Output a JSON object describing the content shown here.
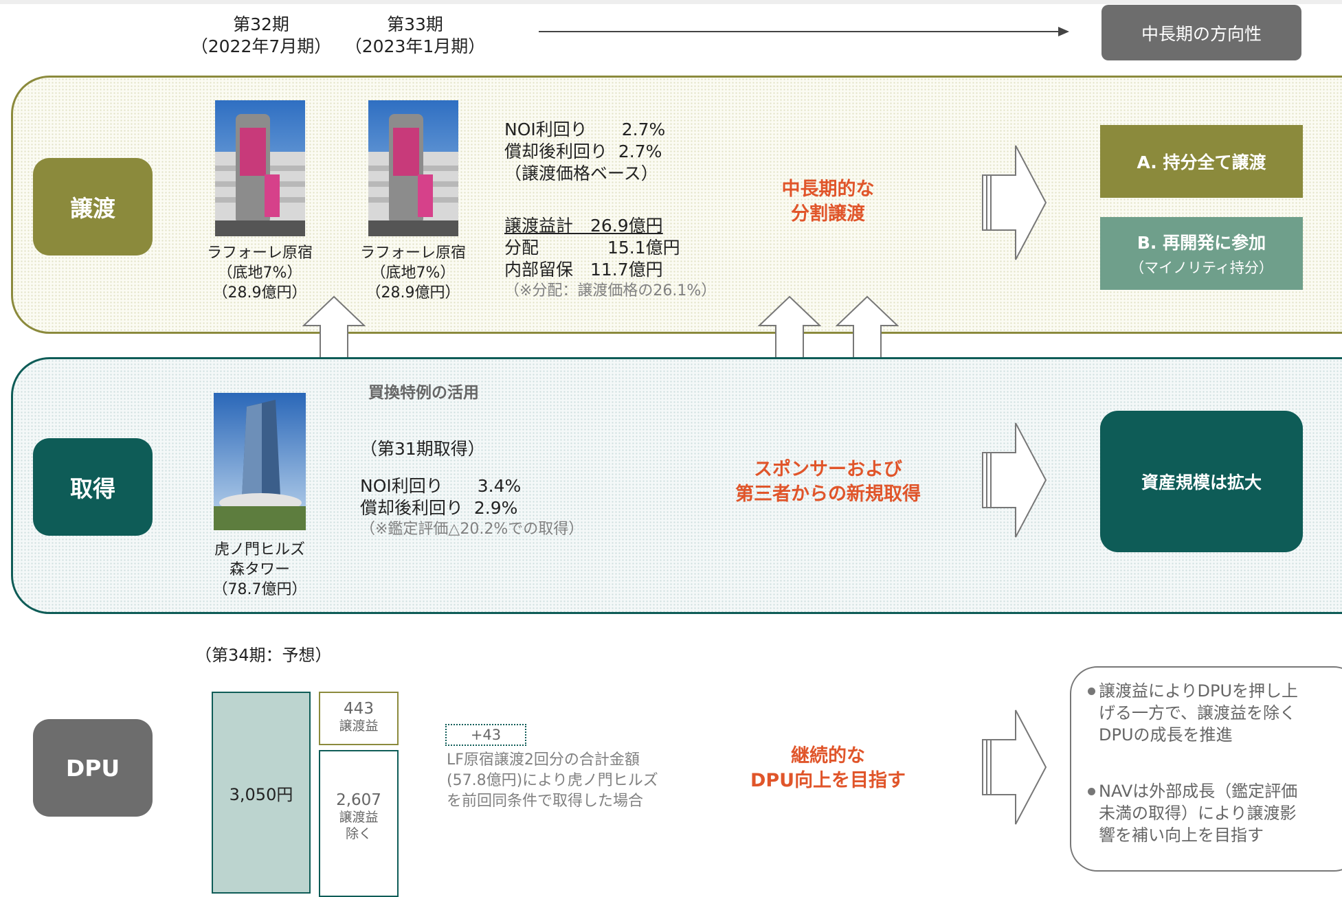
{
  "header": {
    "period32_line1": "第32期",
    "period32_line2": "（2022年7月期）",
    "period33_line1": "第33期",
    "period33_line2": "（2023年1月期）",
    "direction_label": "中長期の方向性"
  },
  "transfer": {
    "category": "譲渡",
    "property1": {
      "name": "ラフォーレ原宿",
      "share": "（底地7%）",
      "price": "（28.9億円）"
    },
    "property2": {
      "name": "ラフォーレ原宿",
      "share": "（底地7%）",
      "price": "（28.9億円）"
    },
    "noi_line": "NOI利回り　　2.7%",
    "depr_line": "償却後利回り  2.7%",
    "basis": "（譲渡価格ベース）",
    "gain_total": "譲渡益計　26.9億円",
    "distribution": "分配　　　　15.1億円",
    "retained": "内部留保　11.7億円",
    "note": "（※分配：譲渡価格の26.1%）",
    "strategy_line1": "中長期的な",
    "strategy_line2": "分割譲渡",
    "option_a": "A. 持分全て譲渡",
    "option_b_title": "B. 再開発に参加",
    "option_b_sub": "（マイノリティ持分）"
  },
  "exchange_label": "買換特例の活用",
  "acquisition": {
    "category": "取得",
    "property": {
      "name_line1": "虎ノ門ヒルズ",
      "name_line2": "森タワー",
      "price": "（78.7億円）"
    },
    "period": "（第31期取得）",
    "noi_line": "NOI利回り　　3.4%",
    "depr_line": "償却後利回り  2.9%",
    "note": "（※鑑定評価△20.2%での取得）",
    "strategy_line1": "スポンサーおよび",
    "strategy_line2": "第三者からの新規取得",
    "outcome": "資産規模は拡大"
  },
  "dpu": {
    "category": "DPU",
    "forecast_label": "（第34期：予想）",
    "total": "3,050円",
    "gain_value": "443",
    "gain_label": "譲渡益",
    "excl_value": "2,607",
    "excl_label_line1": "譲渡益",
    "excl_label_line2": "除く",
    "plus": "+43",
    "scenario_line1": "LF原宿譲渡2回分の合計金額",
    "scenario_line2": "(57.8億円)により虎ノ門ヒルズ",
    "scenario_line3": "を前回同条件で取得した場合",
    "strategy_line1": "継続的な",
    "strategy_line2": "DPU向上を目指す",
    "bullet1_line1": "譲渡益によりDPUを押し上",
    "bullet1_line2": "げる一方で、譲渡益を除く",
    "bullet1_line3": "DPUの成長を推進",
    "bullet2_line1": "NAVは外部成長（鑑定評価",
    "bullet2_line2": "未満の取得）により譲渡影",
    "bullet2_line3": "響を補い向上を目指す"
  },
  "colors": {
    "olive": "#8b8a3c",
    "teal": "#0e5c57",
    "sage": "#6f9f8b",
    "grey": "#6d6d6d",
    "accent_red": "#e0552a"
  },
  "icons": [
    "long-arrow-icon",
    "double-arrow-icon",
    "chevron-arrow-icon"
  ]
}
